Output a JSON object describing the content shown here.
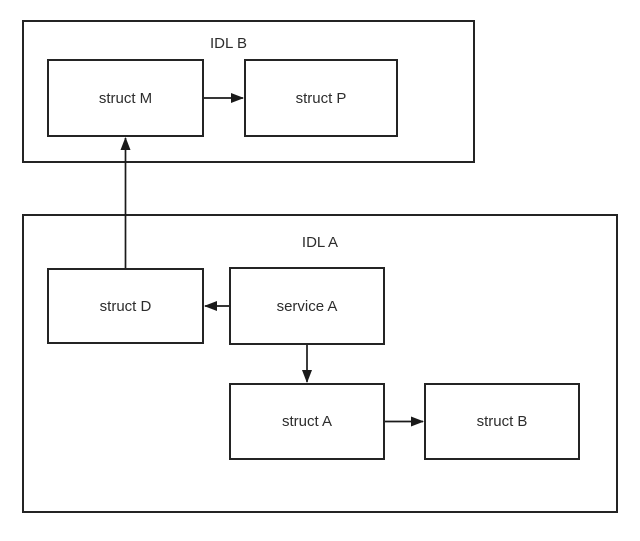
{
  "diagram": {
    "background": "#ffffff",
    "stroke_color": "#242424",
    "text_color": "#2d2d2d",
    "containers": [
      {
        "id": "idl-b",
        "label": "IDL B"
      },
      {
        "id": "idl-a",
        "label": "IDL A"
      }
    ],
    "nodes": [
      {
        "id": "struct-m",
        "label": "struct M",
        "container": "IDL B"
      },
      {
        "id": "struct-p",
        "label": "struct P",
        "container": "IDL B"
      },
      {
        "id": "struct-d",
        "label": "struct D",
        "container": "IDL A"
      },
      {
        "id": "service-a",
        "label": "service A",
        "container": "IDL A"
      },
      {
        "id": "struct-a",
        "label": "struct A",
        "container": "IDL A"
      },
      {
        "id": "struct-b",
        "label": "struct B",
        "container": "IDL A"
      }
    ],
    "edges": [
      {
        "from": "struct M",
        "to": "struct P",
        "direction": "right"
      },
      {
        "from": "struct D",
        "to": "struct M",
        "direction": "up"
      },
      {
        "from": "service A",
        "to": "struct D",
        "direction": "left"
      },
      {
        "from": "service A",
        "to": "struct A",
        "direction": "down"
      },
      {
        "from": "struct A",
        "to": "struct B",
        "direction": "right"
      }
    ]
  }
}
